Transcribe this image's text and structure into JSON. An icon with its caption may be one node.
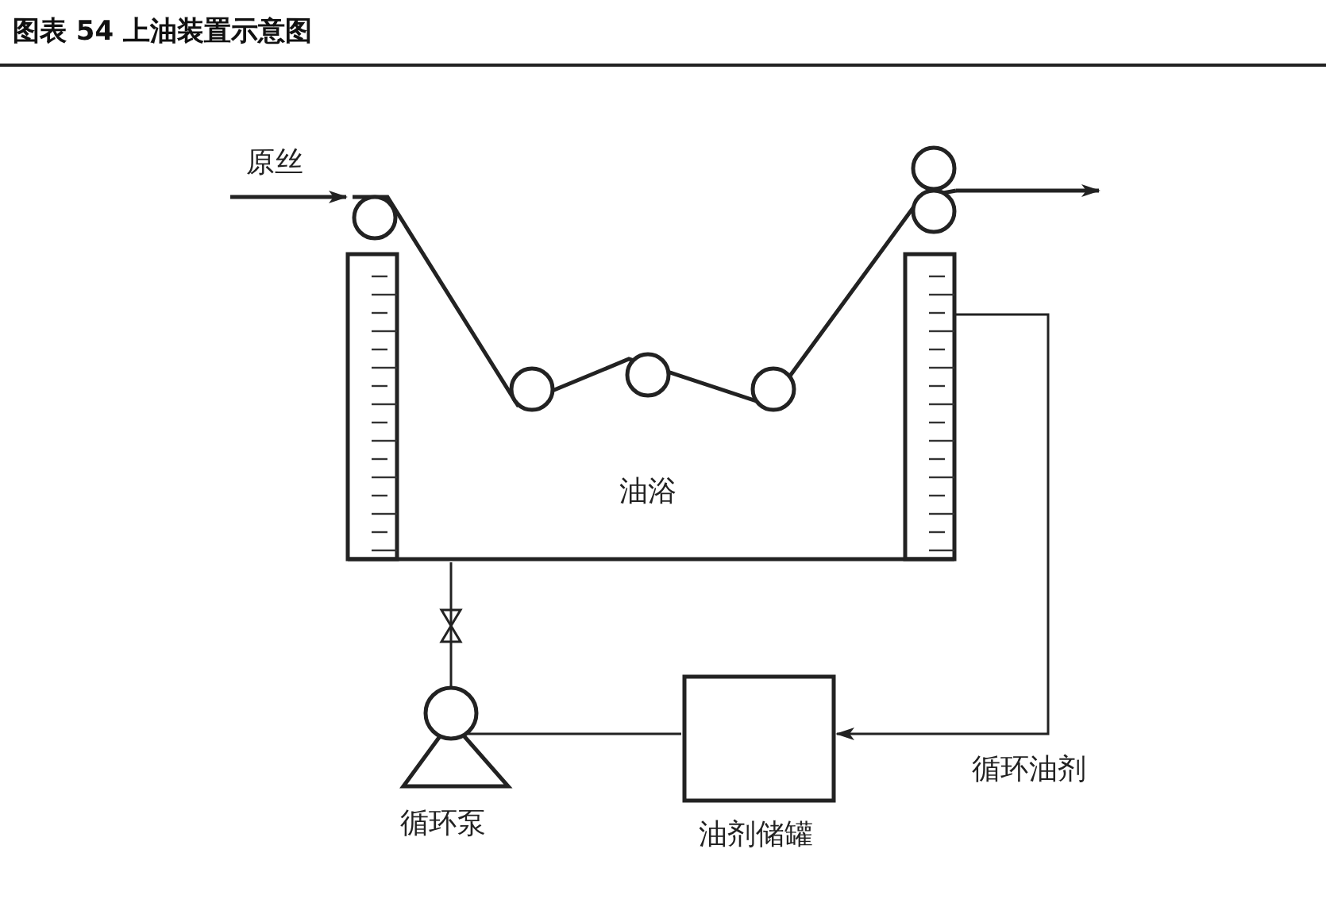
{
  "diagram": {
    "title": "图表 54 上油装置示意图",
    "nodes": [
      {
        "text": [
          "油浴"
        ]
      },
      {
        "text": [
          "循环泵"
        ]
      },
      {
        "text": [
          "油剂储罐"
        ]
      }
    ],
    "edges": [
      {
        "from": null,
        "to": 0,
        "arrow": "to",
        "label": "原丝"
      },
      {
        "from": 0,
        "to": null,
        "arrow": "to"
      },
      {
        "from": 0,
        "to": 2,
        "arrow": "to",
        "label": "循环油剂"
      },
      {
        "from": 2,
        "to": 1,
        "arrow": "none"
      },
      {
        "from": 1,
        "to": 0,
        "arrow": "none"
      }
    ]
  }
}
